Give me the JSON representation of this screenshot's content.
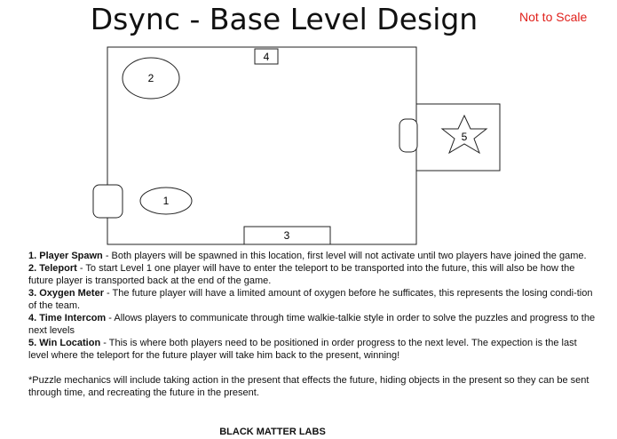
{
  "title": "Dsync - Base Level Design",
  "scale_note": "Not to Scale",
  "map_labels": {
    "player_spawn": "2",
    "win_location_star": "5",
    "oxygen_meter": "4",
    "teleport": "1",
    "time_intercom": "3"
  },
  "legend": [
    {
      "label": "1. Player Spawn",
      "text": " - Both players will be spawned in this location, first level will not activate until two players have joined the game."
    },
    {
      "label": "2. Teleport",
      "text": " - To start Level 1 one player will have to enter the teleport to be transported into the future, this will also be how the future player is transported back at the end of the game."
    },
    {
      "label": "3. Oxygen Meter",
      "text": " - The future player will have a limited amount of oxygen before he sufficates, this represents the losing condi-tion of the team."
    },
    {
      "label": "4. Time Intercom",
      "text": " - Allows players to communicate through time walkie-talkie style in order to solve the puzzles and progress to the next levels"
    },
    {
      "label": "5. Win Location",
      "text": " - This is where both players need to be positioned in order progress to the next level. The expection is the last level where the teleport for the future player will take him back to the present, winning!"
    }
  ],
  "footnote": "*Puzzle mechanics will include taking action in the present that effects the future, hiding objects in the present so they can be sent through time, and recreating the future in the present.",
  "footer": "BLACK MATTER LABS"
}
